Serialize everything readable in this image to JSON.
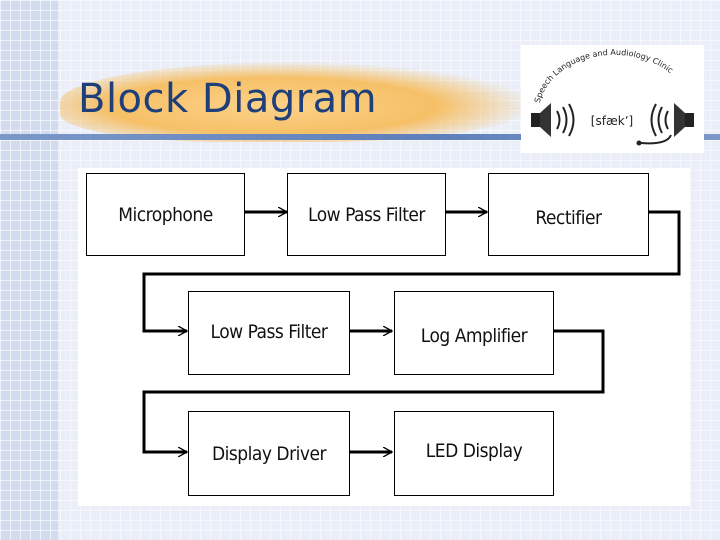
{
  "slide": {
    "title": "Block Diagram"
  },
  "logo": {
    "arc_text": "Speech Language and Audiology Clinic",
    "symbol_text": "[sfækʼ]"
  },
  "diagram": {
    "blocks": [
      {
        "id": "microphone",
        "label": "Microphone"
      },
      {
        "id": "low-pass-filter-1",
        "label": "Low Pass Filter"
      },
      {
        "id": "rectifier",
        "label": "Rectifier"
      },
      {
        "id": "low-pass-filter-2",
        "label": "Low Pass Filter"
      },
      {
        "id": "log-amplifier",
        "label": "Log Amplifier"
      },
      {
        "id": "display-driver",
        "label": "Display Driver"
      },
      {
        "id": "led-display",
        "label": "LED Display"
      }
    ],
    "connections": [
      [
        "microphone",
        "low-pass-filter-1"
      ],
      [
        "low-pass-filter-1",
        "rectifier"
      ],
      [
        "rectifier",
        "low-pass-filter-2"
      ],
      [
        "low-pass-filter-2",
        "log-amplifier"
      ],
      [
        "log-amplifier",
        "display-driver"
      ],
      [
        "display-driver",
        "led-display"
      ]
    ]
  }
}
